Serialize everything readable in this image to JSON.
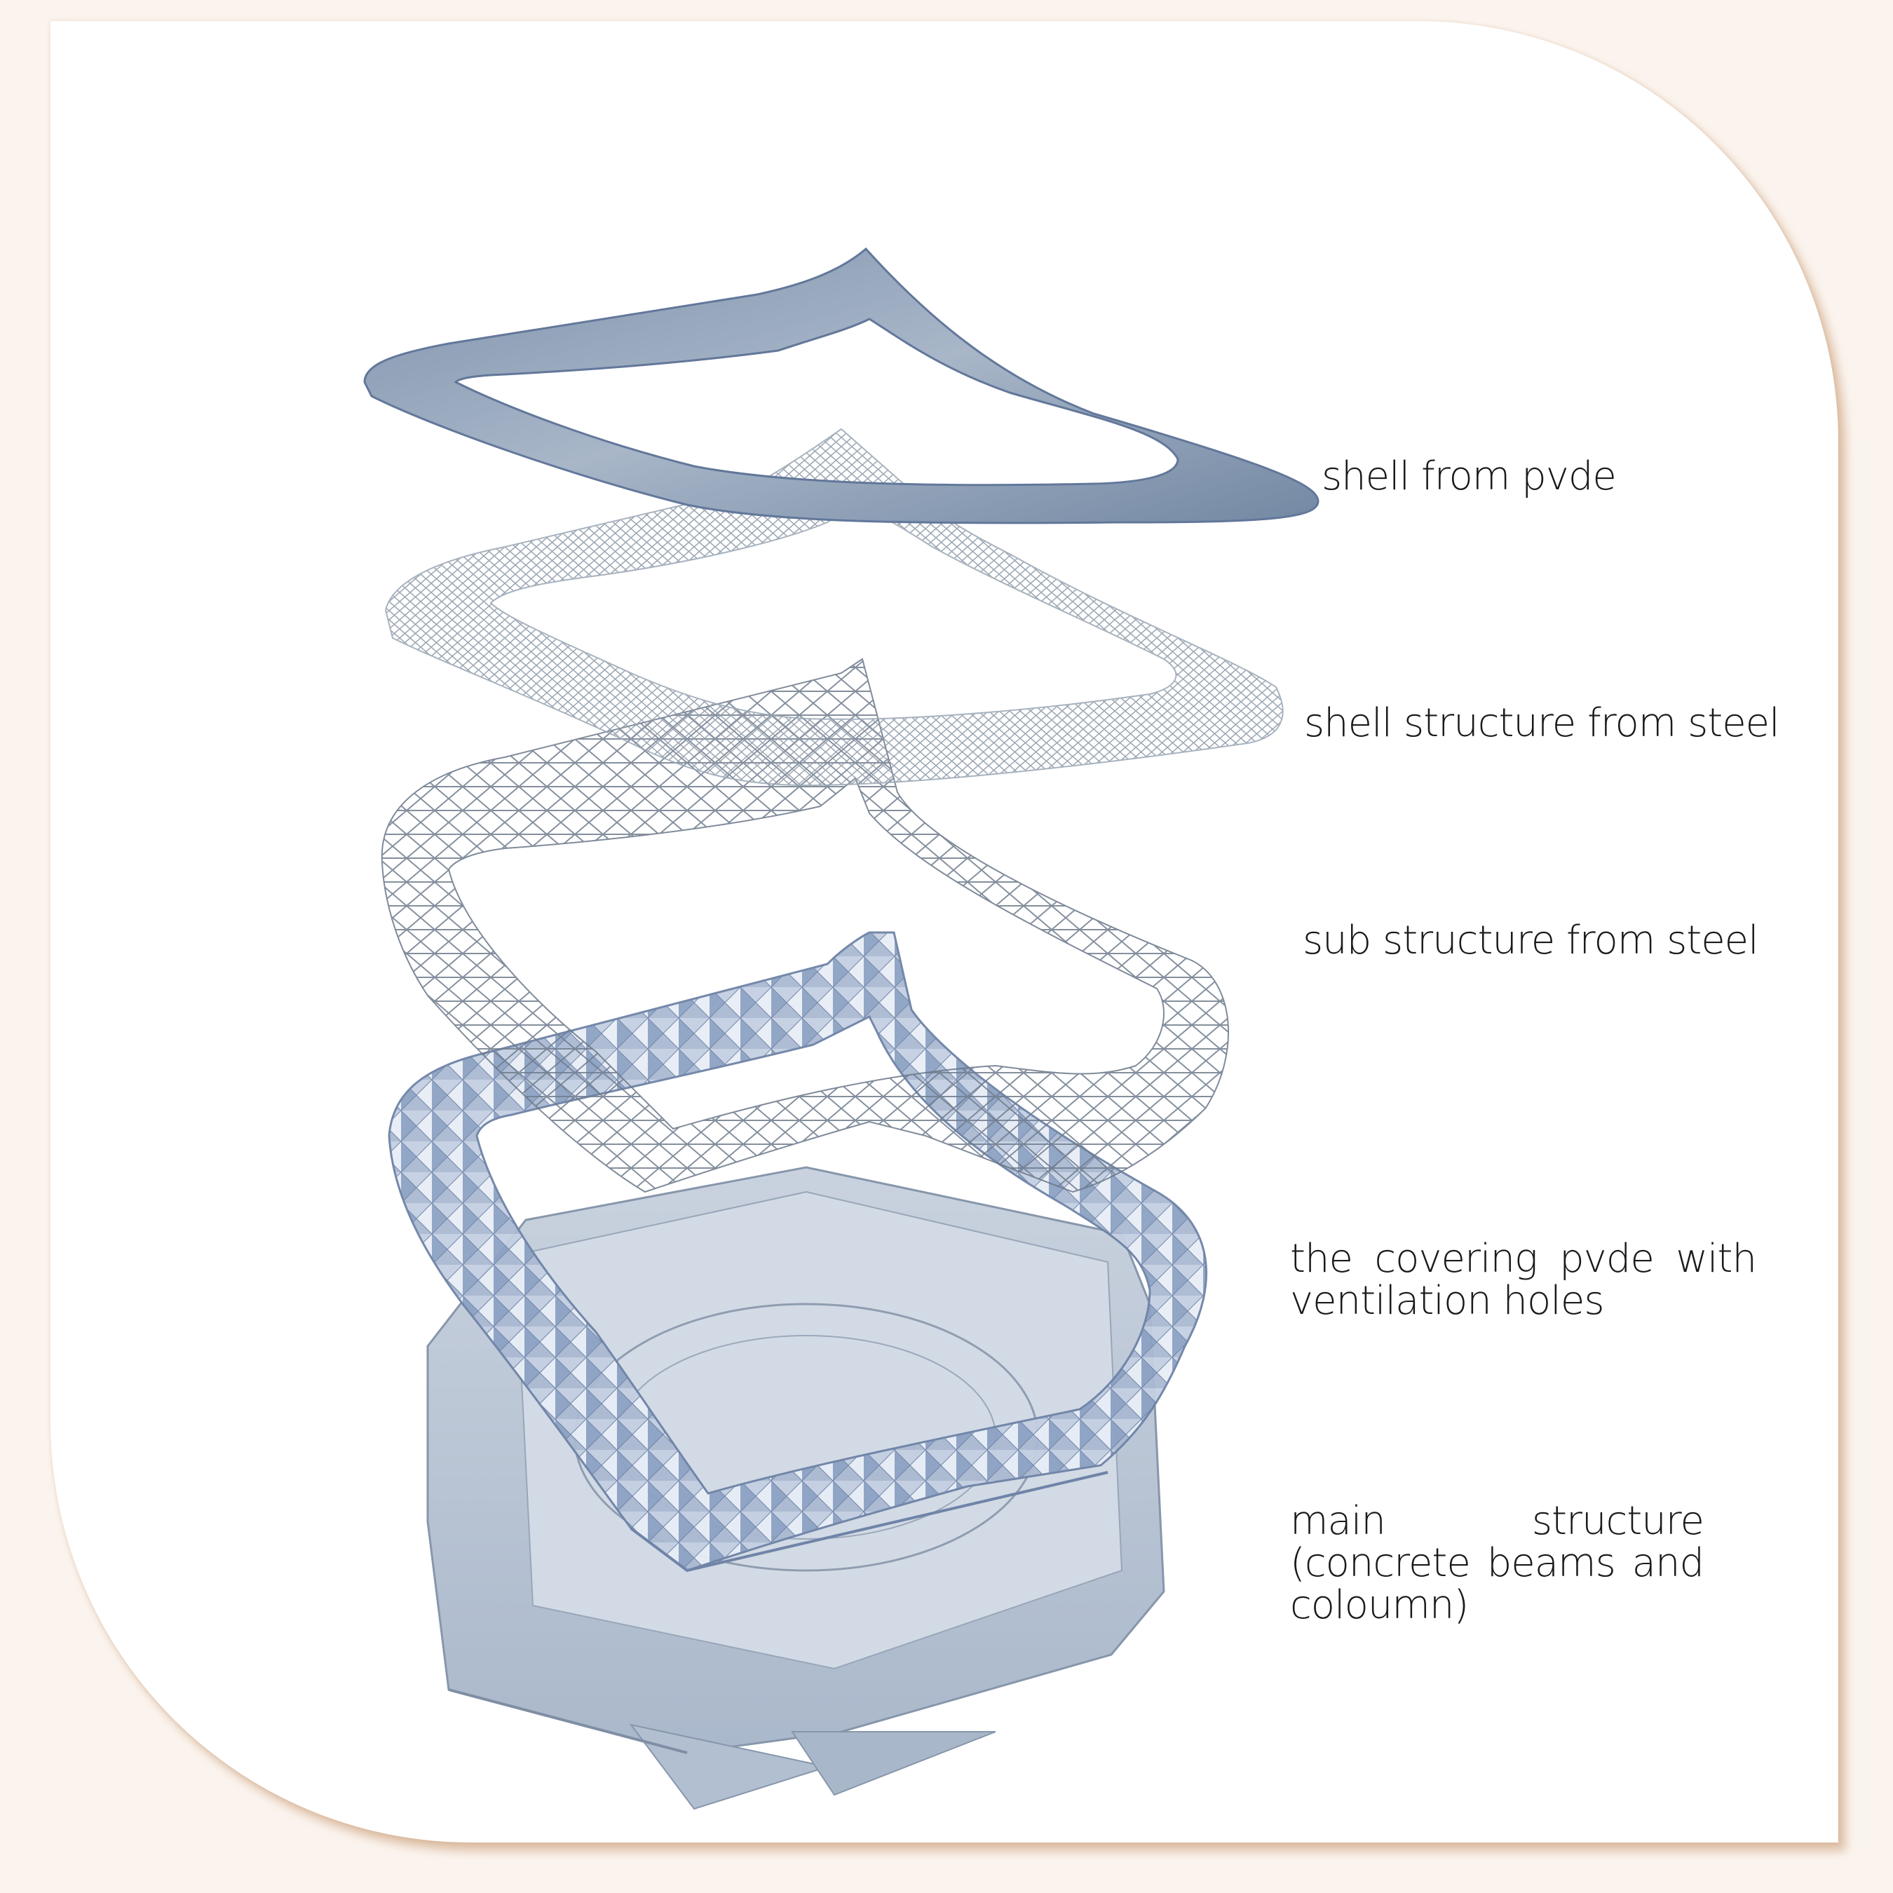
{
  "layers": [
    {
      "id": "shell-pvde",
      "label": "shell from pvde"
    },
    {
      "id": "shell-structure-steel",
      "label": "shell structure from steel"
    },
    {
      "id": "sub-structure-steel",
      "label": "sub structure from steel"
    },
    {
      "id": "covering-pvde",
      "label": "the covering pvde with ventilation holes"
    },
    {
      "id": "main-structure",
      "label": "main structure (concrete beams and coloumn)"
    }
  ],
  "colors": {
    "background": "#fbf4ee",
    "card": "#ffffff",
    "shadow": "#b87c4c",
    "pvde_shell": "#8c9fb8",
    "steel_grid": "#8a96a6",
    "covering": "#9eb0cc",
    "concrete": "#b7c3d4",
    "label_text": "#1a1a1a"
  }
}
